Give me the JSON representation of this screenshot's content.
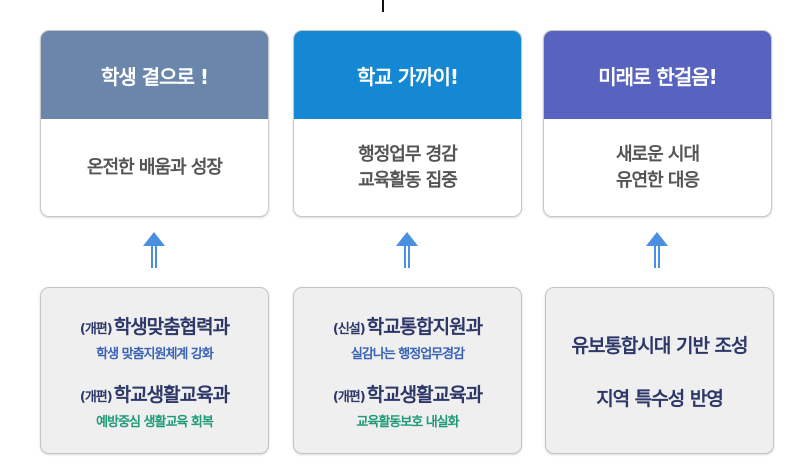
{
  "columns": [
    {
      "header": "학생 곁으로 !",
      "header_color": "#6a86ab",
      "body_lines": [
        "온전한 배움과 성장"
      ],
      "departments": [
        {
          "tag": "(개편)",
          "name": "학생맞춤협력과",
          "desc": "학생 맞춤지원체계 강화",
          "desc_color": "blue"
        },
        {
          "tag": "(개편)",
          "name": "학교생활교육과",
          "desc": "예방중심 생활교육 회복",
          "desc_color": "green"
        }
      ]
    },
    {
      "header": "학교 가까이!",
      "header_color": "#1588d3",
      "body_lines": [
        "행정업무 경감",
        "교육활동 집중"
      ],
      "departments": [
        {
          "tag": "(신설)",
          "name": "학교통합지원과",
          "desc": "실감나는 행정업무경감",
          "desc_color": "blue"
        },
        {
          "tag": "(개편)",
          "name": "학교생활교육과",
          "desc": "교육활동보호 내실화",
          "desc_color": "green"
        }
      ]
    },
    {
      "header": "미래로 한걸음!",
      "header_color": "#5862bf",
      "body_lines": [
        "새로운 시대",
        "유연한 대응"
      ],
      "items": [
        "유보통합시대 기반 조성",
        "지역 특수성 반영"
      ]
    }
  ],
  "arrow_color": "#4a8fe0"
}
